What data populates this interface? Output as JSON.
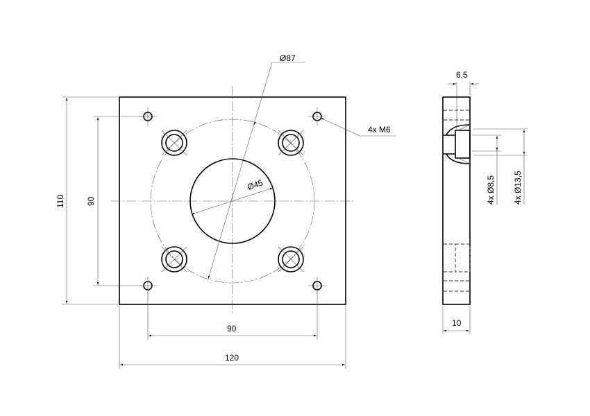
{
  "dimensions": {
    "plate_width": "120",
    "plate_height": "110",
    "hole_spacing_x": "90",
    "hole_spacing_y": "90",
    "bolt_circle": "Ø87",
    "center_bore": "Ø45",
    "tapped_holes": "4x M6",
    "counterbore_depth": "6,5",
    "thickness": "10",
    "through_hole": "4x Ø8,5",
    "counterbore_dia": "4x Ø13,5"
  }
}
